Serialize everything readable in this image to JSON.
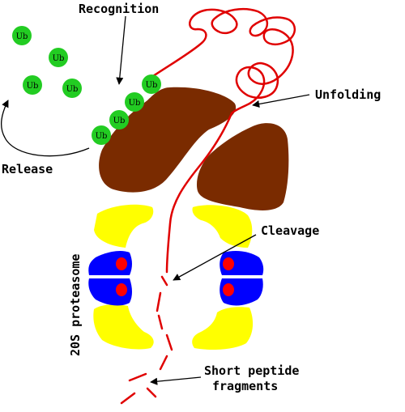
{
  "labels": {
    "recognition": "Recognition",
    "unfolding": "Unfolding",
    "release": "Release",
    "cleavage": "Cleavage",
    "proteasome": "20S proteasome",
    "fragments_line1": "Short peptide",
    "fragments_line2": "fragments"
  },
  "ubiquitin_label": "Ub",
  "colors": {
    "ubiquitin": "#22cc22",
    "regulatory_cap": "#7a2b00",
    "alpha_ring": "#ffff00",
    "beta_ring": "#0000ff",
    "active_site": "#ff0000",
    "polypeptide": "#e00000",
    "arrow": "#000000"
  }
}
